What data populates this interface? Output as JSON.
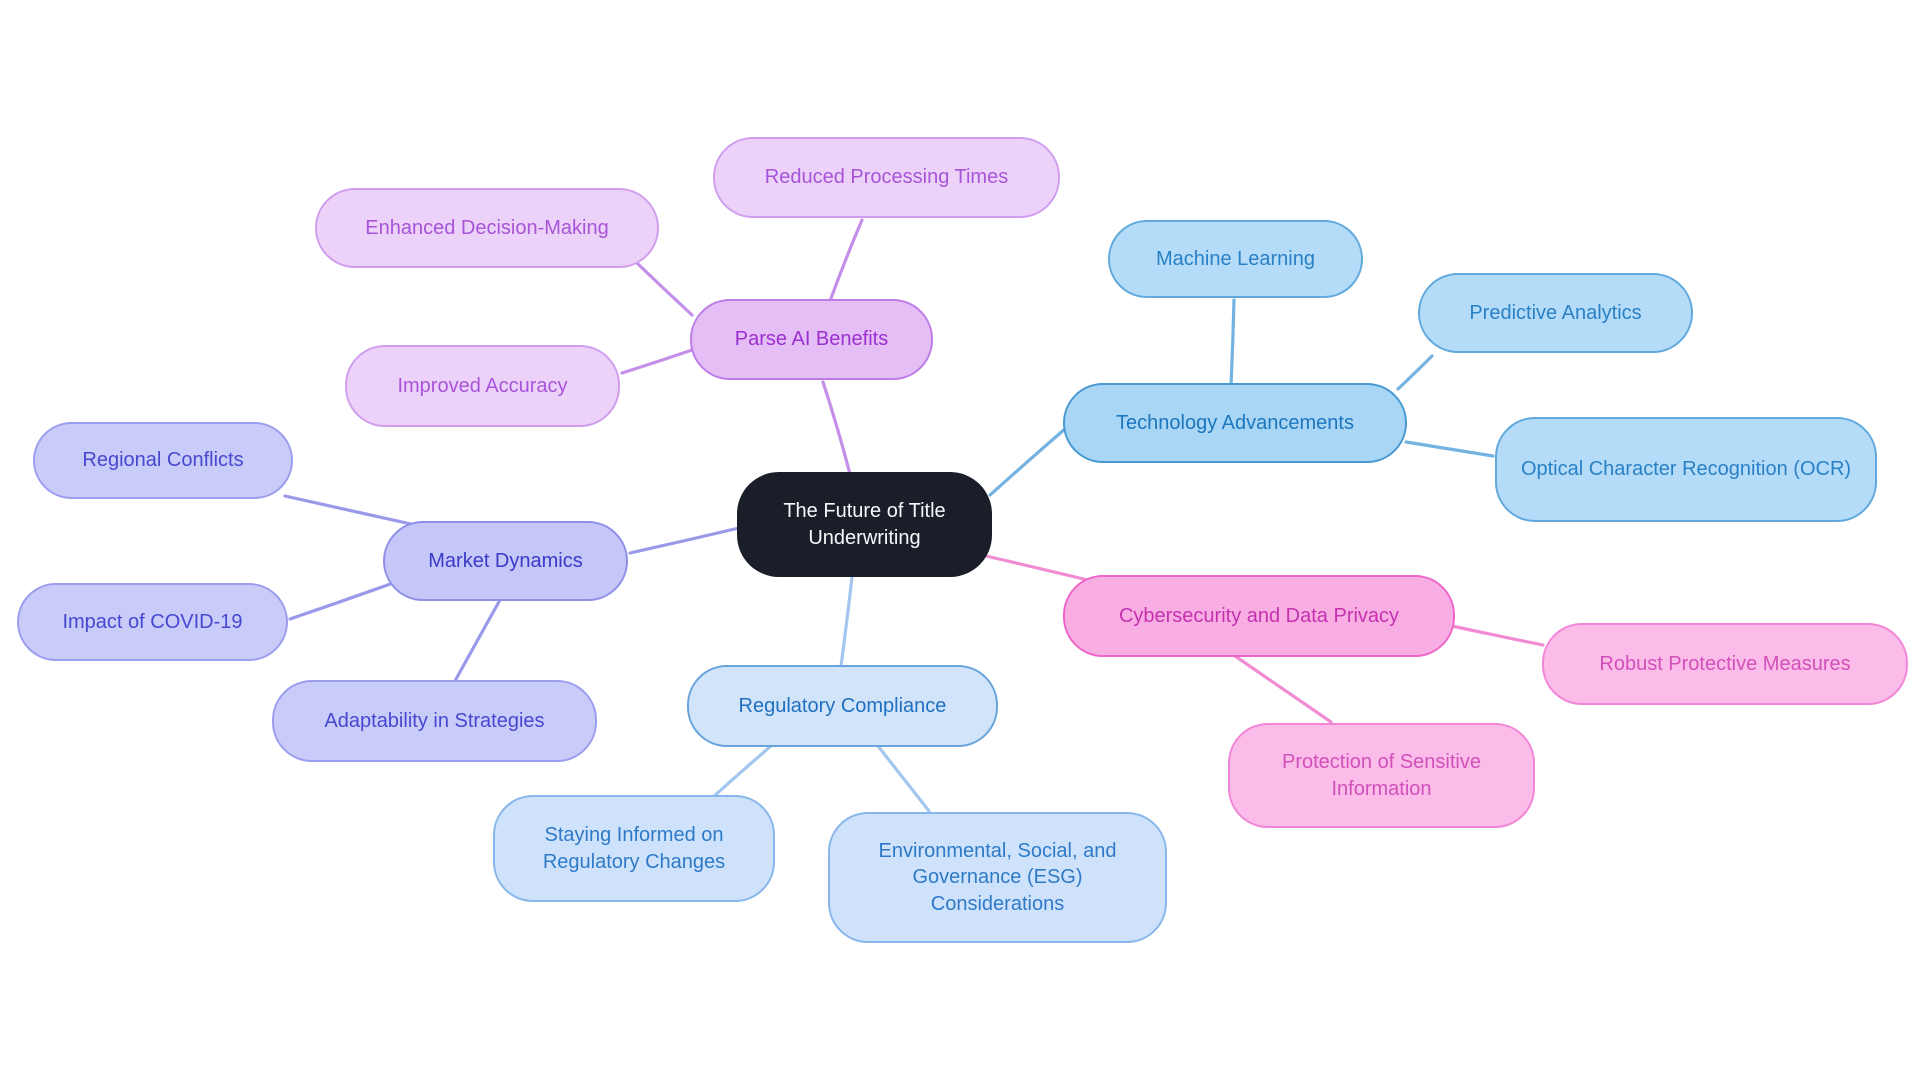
{
  "page": {
    "background": "#ffffff"
  },
  "mindmap": {
    "root": {
      "label": "The Future of Title Underwriting",
      "fill": "#1a1e28",
      "text": "#f7f8fa"
    },
    "branches": [
      {
        "id": "parse-ai-benefits",
        "label": "Parse AI Benefits",
        "colors": {
          "fill": "#e4bef4",
          "border": "#bd7ce7",
          "text": "#9b30d0",
          "child_fill": "#ecd2f9",
          "child_border": "#d09def",
          "child_text": "#a754d8",
          "edge": "#c48fe8"
        },
        "children": [
          {
            "label": "Reduced Processing Times"
          },
          {
            "label": "Enhanced Decision-Making"
          },
          {
            "label": "Improved Accuracy"
          }
        ]
      },
      {
        "id": "technology-advancements",
        "label": "Technology Advancements",
        "colors": {
          "fill": "#aad6f6",
          "border": "#4898d2",
          "text": "#1b76bd",
          "child_fill": "#b4dcf9",
          "child_border": "#61a8dd",
          "child_text": "#2a80c5",
          "edge": "#73b2e1"
        },
        "children": [
          {
            "label": "Machine Learning"
          },
          {
            "label": "Predictive Analytics"
          },
          {
            "label": "Optical Character Recognition (OCR)"
          }
        ]
      },
      {
        "id": "market-dynamics",
        "label": "Market Dynamics",
        "colors": {
          "fill": "#c5c7f8",
          "border": "#8e90e7",
          "text": "#3a3ac9",
          "child_fill": "#c9cbf9",
          "child_border": "#9b9def",
          "child_text": "#4748d0",
          "edge": "#989ae9"
        },
        "children": [
          {
            "label": "Regional Conflicts"
          },
          {
            "label": "Impact of COVID-19"
          },
          {
            "label": "Adaptability in Strategies"
          }
        ]
      },
      {
        "id": "regulatory-compliance",
        "label": "Regulatory Compliance",
        "colors": {
          "fill": "#d2e4fa",
          "border": "#68a3dc",
          "text": "#1f70c1",
          "child_fill": "#cee2fb",
          "child_border": "#87b6ea",
          "child_text": "#2e7ac7",
          "edge": "#a2c6ee"
        },
        "children": [
          {
            "label": "Staying Informed on Regulatory Changes"
          },
          {
            "label": "Environmental, Social, and Governance (ESG) Considerations"
          }
        ]
      },
      {
        "id": "cybersecurity-and-data-privacy",
        "label": "Cybersecurity and Data Privacy",
        "colors": {
          "fill": "#f9aee3",
          "border": "#ee66c8",
          "text": "#c531af",
          "child_fill": "#fbbce9",
          "child_border": "#f285d6",
          "child_text": "#d150b9",
          "edge": "#f18cd4"
        },
        "children": [
          {
            "label": "Robust Protective Measures"
          },
          {
            "label": "Protection of Sensitive Information"
          }
        ]
      }
    ]
  }
}
